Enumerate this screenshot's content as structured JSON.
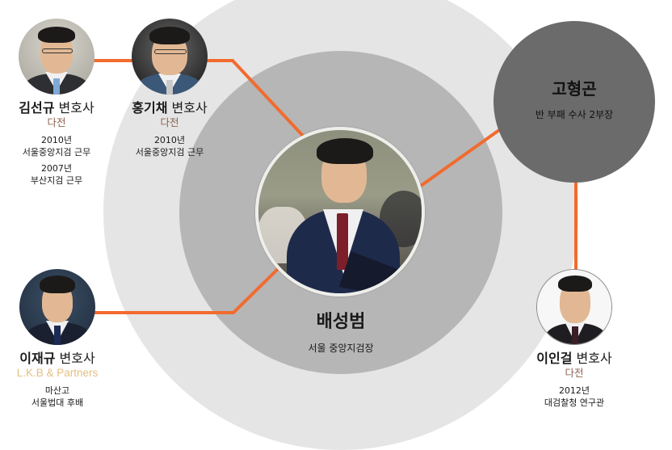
{
  "diagram": {
    "type": "relationship-network",
    "line_color": "#f26b2f",
    "colors": {
      "outer_ring": "#e5e5e5",
      "inner_ring": "#b6b6b6",
      "dark_node": "#6b6b6b",
      "affiliation_brown": "#8d6350",
      "affiliation_gold": "#e4bf82"
    }
  },
  "center": {
    "name": "배성범",
    "role": "서울 중앙지검장",
    "photo_icon": "portrait-photo"
  },
  "dark_node": {
    "name": "고형곤",
    "role": "반 부패 수사 2부장"
  },
  "people": [
    {
      "id": "kim-seongyu",
      "name": "김선규",
      "title": "변호사",
      "affiliation": "다전",
      "details": [
        "2010년",
        "서울중앙지검 근무",
        "2007년",
        "부산지검 근무"
      ]
    },
    {
      "id": "hong-gichae",
      "name": "홍기채",
      "title": "변호사",
      "affiliation": "다전",
      "details": [
        "2010년",
        "서울중앙지검 근무"
      ]
    },
    {
      "id": "lee-jaegyu",
      "name": "이재규",
      "title": "변호사",
      "affiliation": "L.K.B & Partners",
      "details": [
        "마산고",
        "서울법대 후배"
      ]
    },
    {
      "id": "lee-ingeol",
      "name": "이인걸",
      "title": "변호사",
      "affiliation": "다전",
      "details": [
        "2012년",
        "대검찰청 연구관"
      ]
    }
  ]
}
